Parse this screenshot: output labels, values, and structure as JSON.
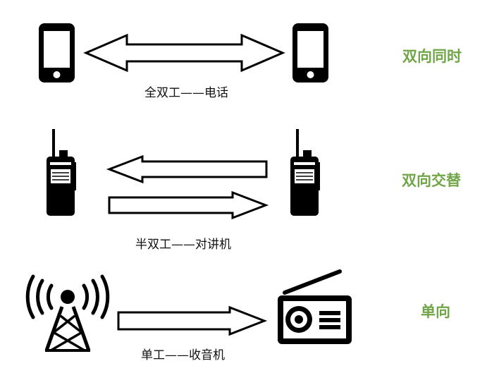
{
  "rows": [
    {
      "caption": "全双工——电话",
      "mode": "双向同时"
    },
    {
      "caption": "半双工——对讲机",
      "mode": "双向交替"
    },
    {
      "caption": "单工——收音机",
      "mode": "单向"
    }
  ],
  "colors": {
    "mode_text": "#70a548",
    "icon": "#000000",
    "arrow_fill": "#ffffff",
    "arrow_stroke": "#000000"
  },
  "icons": [
    "phone-icon",
    "walkie-talkie-icon",
    "radio-tower-icon",
    "radio-receiver-icon"
  ]
}
